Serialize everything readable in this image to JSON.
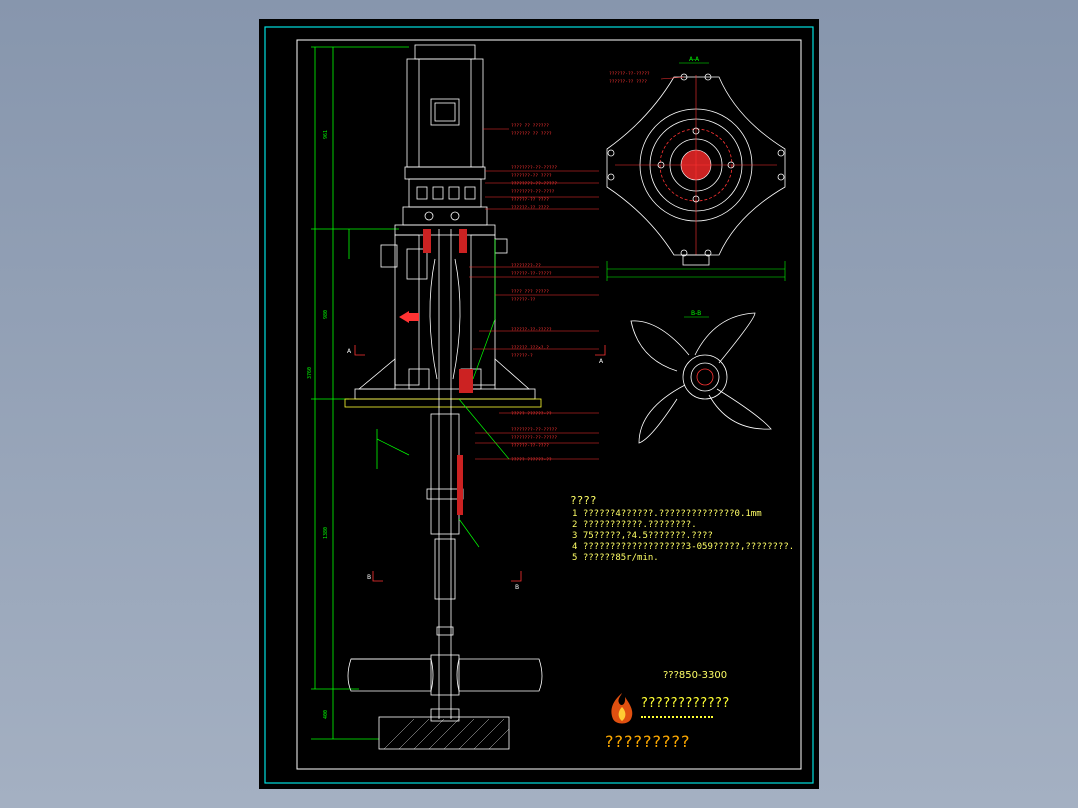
{
  "drawing": {
    "notes_heading": "????",
    "notes": [
      "1   ??????4??????.??????????????0.1mm",
      "2   ???????????.????????.",
      "3   75?????,?4.5???????.????",
      "4   ???????????????????3-059?????,????????.",
      "5   ??????85r/min."
    ],
    "title": "???850-3300",
    "logo_line1": "????????????",
    "logo_line2": "?????????",
    "view_labels": [
      "A-A",
      "B-B"
    ],
    "section_marks": [
      "A",
      "A",
      "B",
      "B"
    ]
  },
  "colors": {
    "sheet_border": "#00e0e0",
    "frame": "#ffffff",
    "outline": "#ffffff",
    "dimension": "#00ff00",
    "leader": "#ff3333",
    "text": "#ffff66"
  }
}
